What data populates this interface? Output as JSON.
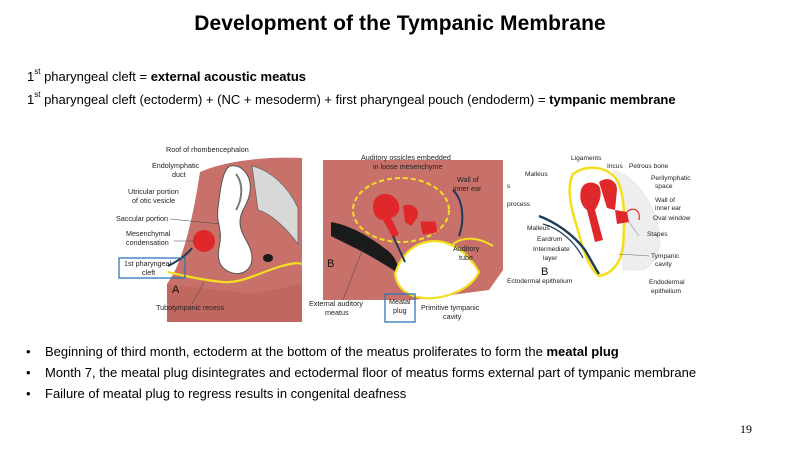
{
  "slide": {
    "title": "Development of the Tympanic Membrane",
    "line1": {
      "prefix": "1",
      "sup": "st",
      "text": " pharyngeal  cleft = ",
      "bold": "external acoustic meatus"
    },
    "line2": {
      "prefix": "1",
      "sup": "st",
      "text": " pharyngeal  cleft (ectoderm) + (NC + mesoderm) + first pharyngeal  pouch (endoderm) = ",
      "bold": "tympanic  membrane"
    },
    "figureA": {
      "labels": {
        "roof": "Roof of rhombencephalon",
        "endo1": "Endolymphatic",
        "endo2": "duct",
        "utric1": "Utricular portion",
        "utric2": "of otic vesicle",
        "saccular": "Saccular portion",
        "mes1": "Mesenchymal",
        "mes2": "condensation",
        "cleft1": "1st pharyngeal",
        "cleft2": "cleft",
        "tubo": "Tubotympanic recess",
        "letter": "A"
      }
    },
    "figureB": {
      "labels": {
        "ossicles1": "Auditory ossicles embedded",
        "ossicles2": "in loose mesenchyme",
        "wall1": "Wall of",
        "wall2": "inner ear",
        "tube1": "Auditory",
        "tube2": "tube",
        "ext1": "External auditory",
        "ext2": "meatus",
        "plug1": "Meatal",
        "plug2": "plug",
        "prim1": "Primitive tympanic",
        "prim2": "cavity",
        "letter": "B"
      }
    },
    "figureC": {
      "labels": {
        "ligaments": "Ligaments",
        "malleus_top": "Malleus",
        "incus": "Incus",
        "petrous": "Petrous bone",
        "s": "s",
        "process": "process",
        "peri1": "Perilymphatic",
        "peri2": "space",
        "wall1": "Wall of",
        "wall2": "inner ear",
        "oval": "Oval window",
        "malleus": "Malleus",
        "eardrum": "Eardrum",
        "inter1": "Intermediate",
        "inter2": "layer",
        "stapes": "Stapes",
        "tymp1": "Tympanic",
        "tymp2": "cavity",
        "ecto": "Ectodermal epithelium",
        "endo1": "Endodermal",
        "endo2": "epithelium",
        "letter": "B"
      }
    },
    "bullets": [
      {
        "text": "Beginning  of third month, ectoderm at the bottom of the meatus proliferates to form the ",
        "bold": "meatal plug"
      },
      {
        "text": "Month 7, the meatal plug disintegrates and ectodermal floor of meatus forms external part of tympanic membrane",
        "bold": ""
      },
      {
        "text": "Failure of meatal plug to regress results in congenital  deafness",
        "bold": ""
      }
    ],
    "bullet_char": "•",
    "page_number": "19",
    "colors": {
      "tissue": "#c8716a",
      "ossicle": "#e0282a",
      "yellow": "#f2e020",
      "box": "#2e75b6"
    }
  }
}
